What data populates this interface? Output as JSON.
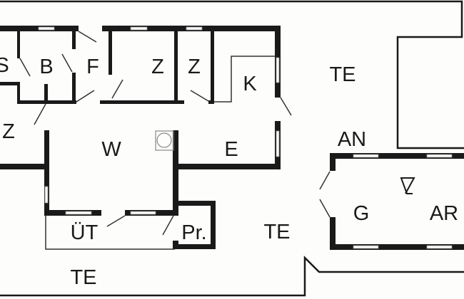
{
  "rooms": {
    "s": "S",
    "b": "B",
    "f": "F",
    "z1": "Z",
    "z2": "Z",
    "k": "K",
    "te_top": "TE",
    "z_left": "Z",
    "w": "W",
    "e": "E",
    "an": "AN",
    "g": "G",
    "ar": "AR",
    "ut": "ÜT",
    "pr": "Pr.",
    "te_mid": "TE",
    "te_bottom": "TE"
  },
  "symbols": {
    "fireplace": "fireplace-icon",
    "garage_marker": "triangle-marker-icon"
  },
  "colors": {
    "wall": "#1a1a1a",
    "background": "#fdfdfb"
  }
}
